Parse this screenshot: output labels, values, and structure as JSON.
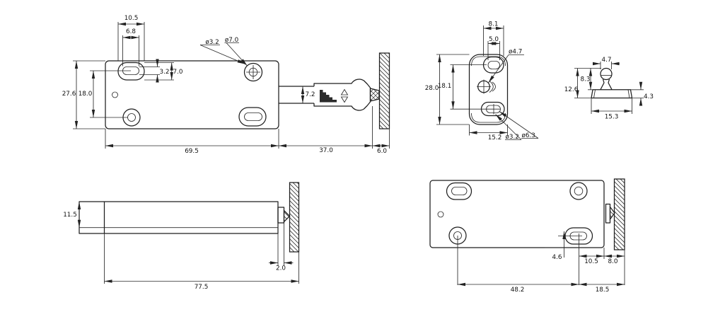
{
  "drawing": {
    "background_color": "#ffffff",
    "line_color": "#1f1f1f",
    "views": {
      "latch_front": {
        "dims": {
          "boss_slot_width": "10.5",
          "slot_width": "6.8",
          "slot_height": "3.2",
          "boss_slot_height": "7.0",
          "pilot_hole_dia": "ø3.2",
          "screw_hole_dia": "ø7.0",
          "body_height": "27.6",
          "hole_pitch": "18.0",
          "plunger_height": "7.2",
          "body_length": "69.5",
          "plunger_length": "37.0",
          "door_thickness": "6.0"
        }
      },
      "strike_front": {
        "dims": {
          "boss_width": "8.1",
          "slot_width": "5.0",
          "knob_dia": "ø4.7",
          "plate_height": "28.0",
          "slot_pitch": "18.1",
          "plate_width": "15.2",
          "slot_hole_dia": "ø3.2",
          "slot_boss_dia": "ø6.3"
        }
      },
      "strike_side": {
        "dims": {
          "knob_width": "4.7",
          "knob_height": "8.3",
          "overall_height": "12.6",
          "base_width": "15.3",
          "base_height": "4.3"
        }
      },
      "latch_side": {
        "dims": {
          "body_height": "11.5",
          "tip_gap": "2.0",
          "overall_length": "77.5"
        }
      },
      "latch_bottom": {
        "dims": {
          "slot_edge_offset": "4.6",
          "slot_to_edge": "10.5",
          "edge_to_wall": "8.0",
          "hole_pitch": "48.2",
          "slot_to_wall": "18.5"
        }
      }
    }
  }
}
